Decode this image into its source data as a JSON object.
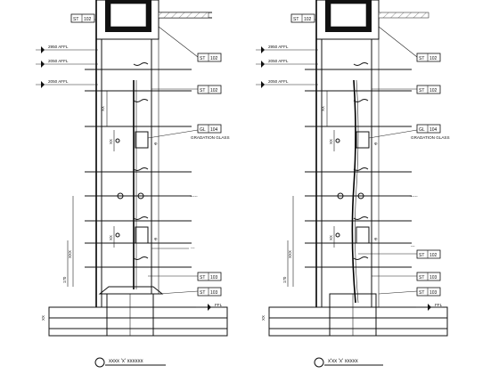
{
  "left_section": {
    "tags": [
      {
        "code": "ST",
        "num": "102"
      },
      {
        "code": "ST",
        "num": "102"
      },
      {
        "code": "ST",
        "num": "102"
      },
      {
        "code": "GL",
        "num": "104"
      },
      {
        "code": "ST",
        "num": "103"
      },
      {
        "code": "ST",
        "num": "103"
      }
    ],
    "levels": [
      "2950 AFFL",
      "2050 AFFL",
      "2050 AFFL"
    ],
    "notes": [
      "GRADATION GLASS",
      "-----",
      "---"
    ],
    "floor_mark": "FFL",
    "dims": [
      "XX",
      "XX",
      "XX",
      "XXX",
      "170"
    ],
    "title": "xxxx 'x' xxxxxx"
  },
  "right_section": {
    "tags": [
      {
        "code": "ST",
        "num": "102"
      },
      {
        "code": "ST",
        "num": "102"
      },
      {
        "code": "ST",
        "num": "102"
      },
      {
        "code": "GL",
        "num": "104"
      },
      {
        "code": "ST",
        "num": "102"
      },
      {
        "code": "ST",
        "num": "103"
      },
      {
        "code": "ST",
        "num": "103"
      }
    ],
    "levels": [
      "2950 AFFL",
      "2050 AFFL",
      "2050 AFFL"
    ],
    "notes": [
      "GRADATION GLASS",
      "-----",
      "---"
    ],
    "floor_mark": "FFL",
    "dims": [
      "XX",
      "XX",
      "XX",
      "XXX",
      "170"
    ],
    "title": "x'xx 'x' xxxxx"
  }
}
